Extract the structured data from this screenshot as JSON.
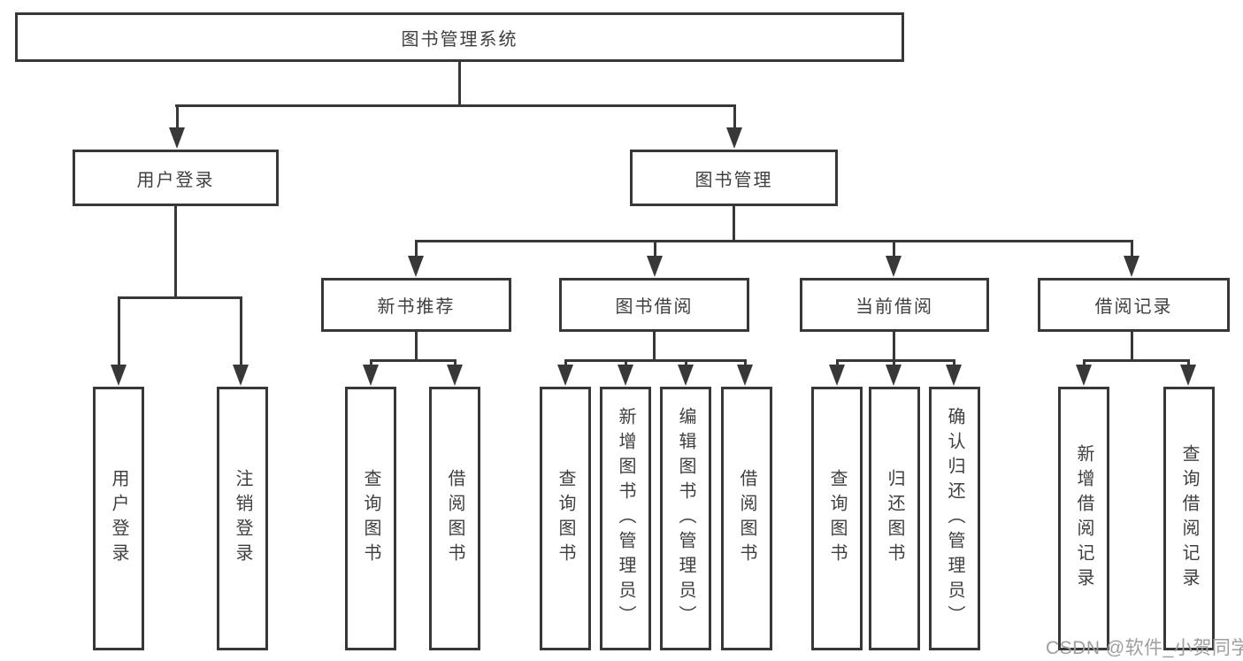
{
  "title": "图书管理系统",
  "watermark": "CSDN @软件_小贺同学",
  "colors": {
    "line": "#383838",
    "text": "#3f3f3f",
    "watermark_text": "#9e9e9e",
    "background": "#ffffff"
  },
  "tree": {
    "root": {
      "label": "图书管理系统"
    },
    "branches": [
      {
        "label": "用户登录",
        "children": [
          {
            "label": "用户登录"
          },
          {
            "label": "注销登录"
          }
        ]
      },
      {
        "label": "图书管理",
        "children": [
          {
            "label": "新书推荐",
            "children": [
              {
                "label": "查询图书"
              },
              {
                "label": "借阅图书"
              }
            ]
          },
          {
            "label": "图书借阅",
            "children": [
              {
                "label": "查询图书"
              },
              {
                "label": "新增图书（管理员）"
              },
              {
                "label": "编辑图书（管理员）"
              },
              {
                "label": "借阅图书"
              }
            ]
          },
          {
            "label": "当前借阅",
            "children": [
              {
                "label": "查询图书"
              },
              {
                "label": "归还图书"
              },
              {
                "label": "确认归还（管理员）"
              }
            ]
          },
          {
            "label": "借阅记录",
            "children": [
              {
                "label": "新增借阅记录"
              },
              {
                "label": "查询借阅记录"
              }
            ]
          }
        ]
      }
    ]
  }
}
